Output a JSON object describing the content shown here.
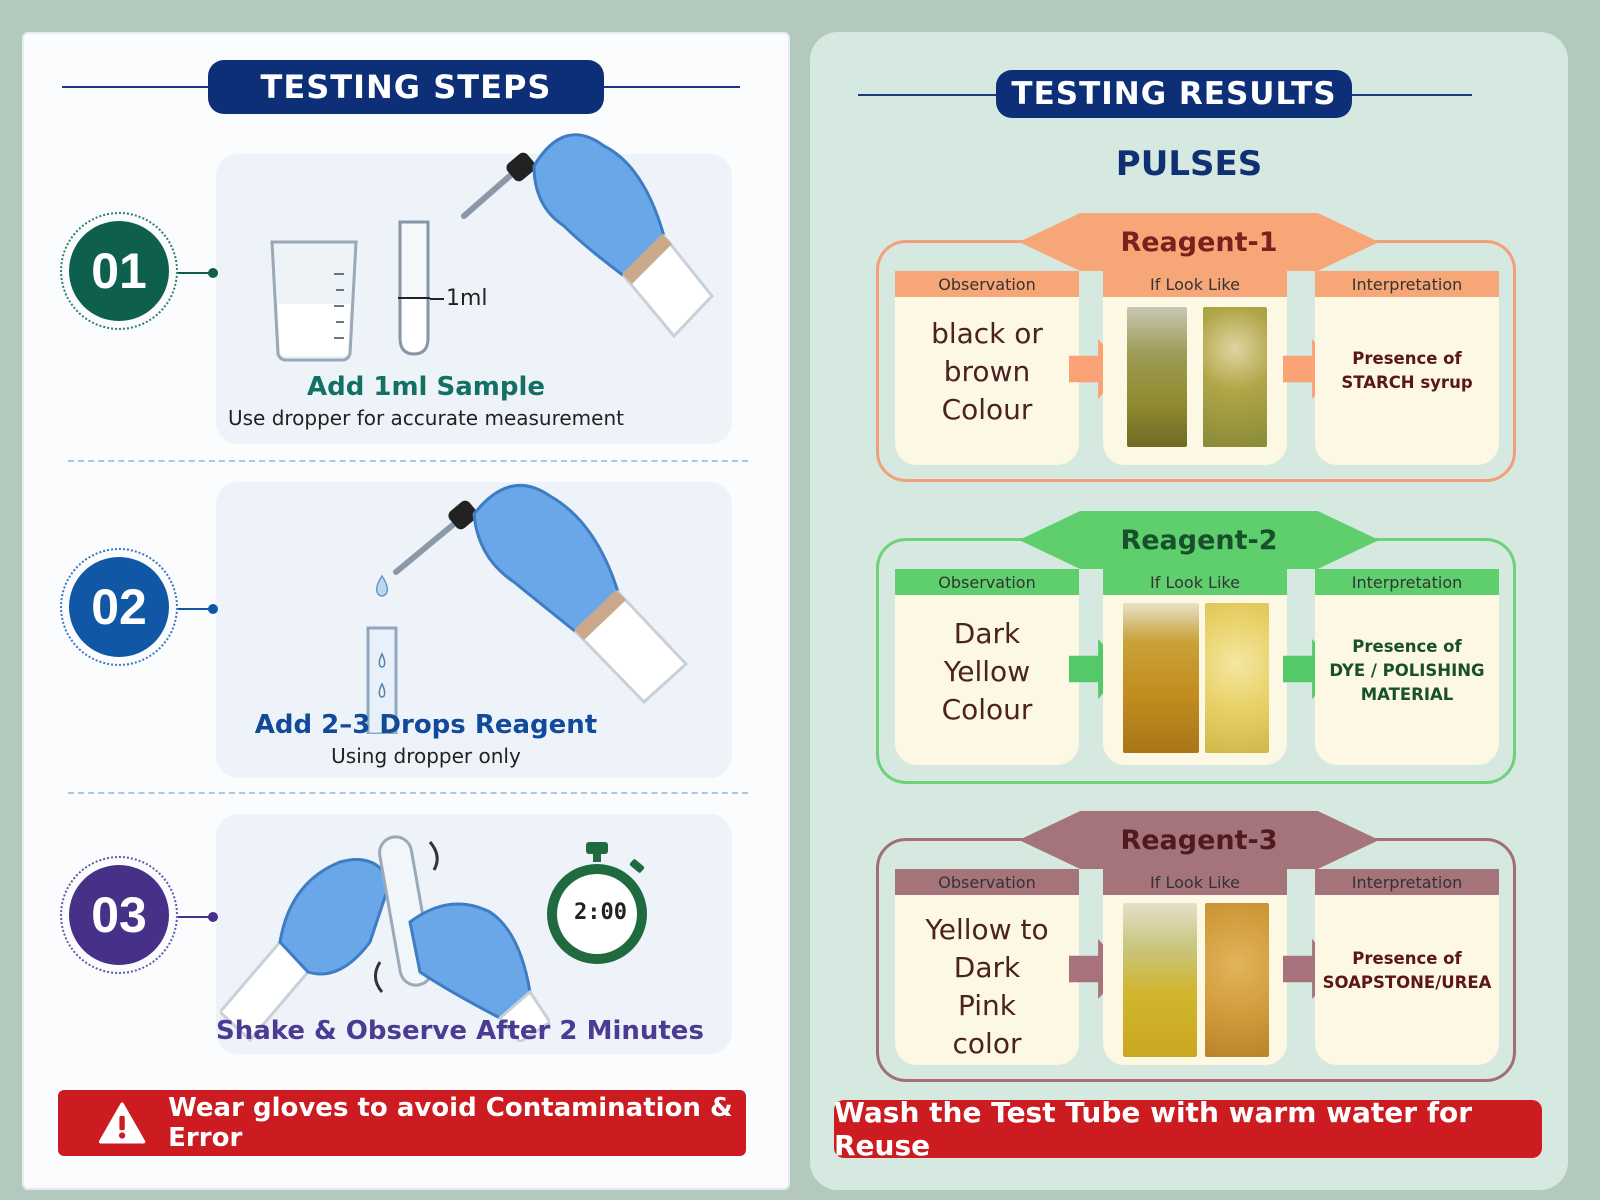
{
  "testing_steps": {
    "title": "TESTING STEPS",
    "steps": [
      {
        "number": "01",
        "title": "Add 1ml Sample",
        "subtitle": "Use dropper for accurate measurement",
        "tube_label": "1ml",
        "color": "#0f5f4f",
        "title_color": "#127065"
      },
      {
        "number": "02",
        "title": "Add 2–3 Drops Reagent",
        "subtitle": "Using dropper only",
        "color": "#1057a6",
        "title_color": "#114a9a"
      },
      {
        "number": "03",
        "title": "Shake & Observe After 2 Minutes",
        "timer": "2:00",
        "color": "#473088",
        "title_color": "#4b3b92"
      }
    ],
    "warning": "Wear gloves to avoid Contamination & Error"
  },
  "testing_results": {
    "title": "TESTING RESULTS",
    "subtitle": "PULSES",
    "column_headers": {
      "observation": "Observation",
      "look_like": "If Look Like",
      "interpretation": "Interpretation"
    },
    "reagents": [
      {
        "name": "Reagent-1",
        "observation": "black or brown Colour",
        "interpretation_line1": "Presence of",
        "interpretation_line2": "STARCH syrup",
        "interpretation_line3": "",
        "accent": "#f7a678",
        "border": "#f2a07a",
        "text_color": "#7b1f1f",
        "interp_color": "#5b1616"
      },
      {
        "name": "Reagent-2",
        "observation": "Dark Yellow Colour",
        "interpretation_line1": "Presence of",
        "interpretation_line2": "DYE / POLISHING",
        "interpretation_line3": "MATERIAL",
        "accent": "#5fcf6e",
        "border": "#6fd27a",
        "text_color": "#17502a",
        "interp_color": "#17502a"
      },
      {
        "name": "Reagent-3",
        "observation": "Yellow to Dark Pink color",
        "interpretation_line1": "Presence of",
        "interpretation_line2": "SOAPSTONE/UREA",
        "interpretation_line3": "",
        "accent": "#a5737a",
        "border": "#a06f77",
        "text_color": "#4e1c20",
        "interp_color": "#5b1616"
      }
    ],
    "footer": "Wash the Test Tube with warm water for Reuse"
  }
}
